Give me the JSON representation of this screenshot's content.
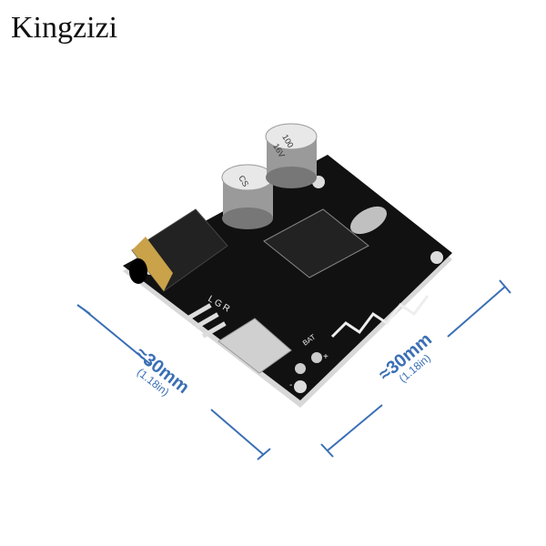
{
  "brand": "Kingzizi",
  "dimensions": {
    "left": {
      "main": "≈30mm",
      "sub": "(1.18in)"
    },
    "right": {
      "main": "≈30mm",
      "sub": "(1.18in)"
    }
  },
  "board": {
    "capacitor_label": [
      "CS",
      "100",
      "16V"
    ],
    "silk": {
      "lgr": "L G R",
      "bat": "BAT",
      "plus": "+",
      "minus": "-"
    }
  },
  "colors": {
    "accent": "#3a6fb5",
    "board": "#111111"
  }
}
